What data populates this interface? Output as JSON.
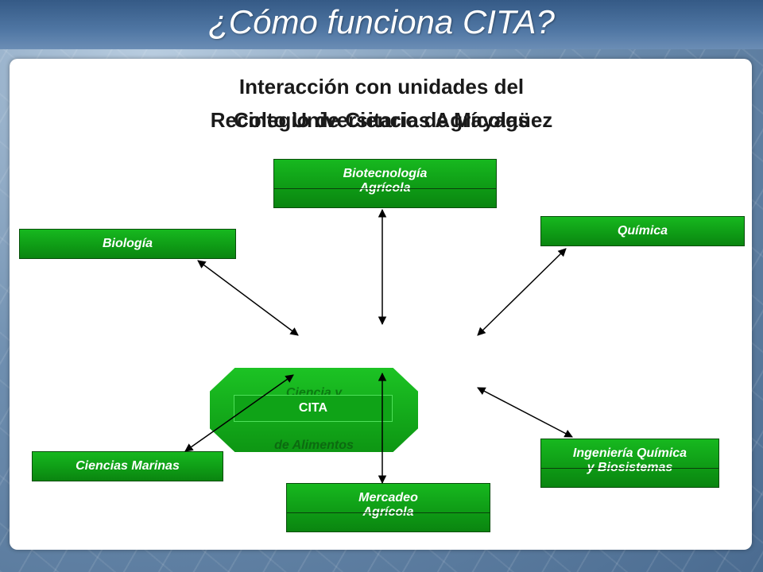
{
  "slide": {
    "title": "¿Cómo funciona CITA?",
    "heading_line1": "Interacción con unidades del",
    "heading_line2": "Recinto Universitario de Mayagüez",
    "heading_overlap": "Colegio de Ciencias Agrícolas"
  },
  "units": {
    "biotecnologia": {
      "line1": "Biotecnología",
      "line2": "Agrícola"
    },
    "biologia": {
      "line1": "Biología"
    },
    "quimica": {
      "line1": "Química"
    },
    "ciencias_marinas": {
      "line1": "Ciencias Marinas"
    },
    "mercadeo": {
      "line1": "Mercadeo",
      "line2": "Agrícola"
    },
    "ingenieria": {
      "line1": "Ingeniería Química",
      "line2": "y Biosistemas"
    }
  },
  "center": {
    "label_top": "Ciencia y",
    "label_bottom": "de Alimentos",
    "name": "CITA"
  },
  "colors": {
    "box_green": "#0e9a15",
    "arrow": "#000000",
    "header_blue": "#355a86"
  }
}
